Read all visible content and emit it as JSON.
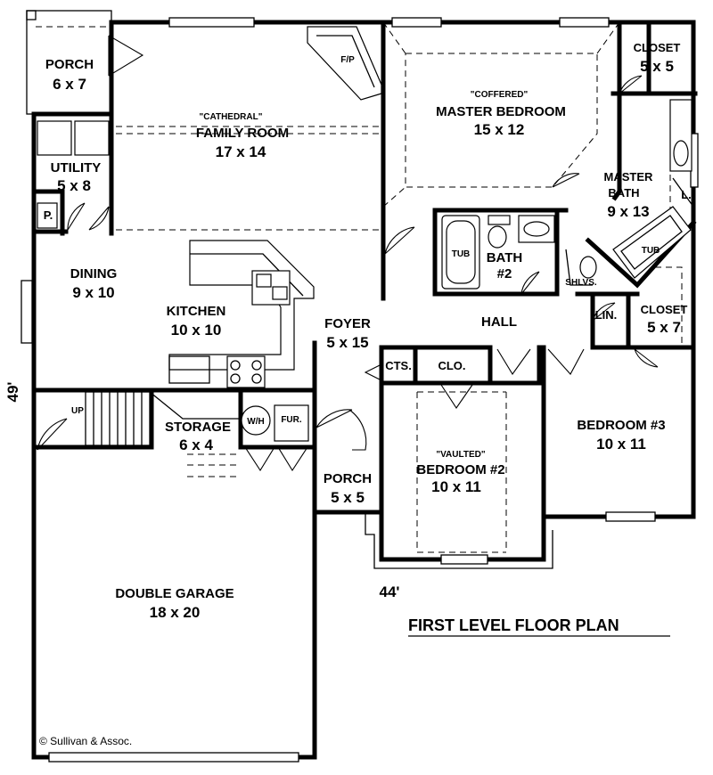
{
  "plan": {
    "title": "FIRST LEVEL FLOOR PLAN",
    "dim_width": "44'",
    "dim_depth": "49'",
    "credit": "© Sullivan & Assoc."
  },
  "rooms": {
    "porch_top": {
      "name": "PORCH",
      "size": "6 x 7"
    },
    "utility": {
      "name": "UTILITY",
      "size": "5 x 8"
    },
    "pantry": {
      "name": "P."
    },
    "family": {
      "note": "\"CATHEDRAL\"",
      "name": "FAMILY ROOM",
      "size": "17 x 14"
    },
    "fireplace": {
      "name": "F/P"
    },
    "master_bed": {
      "note": "\"COFFERED\"",
      "name": "MASTER BEDROOM",
      "size": "15 x 12"
    },
    "closet_top": {
      "name": "CLOSET",
      "size": "5 x 5"
    },
    "master_bath": {
      "name": "MASTER",
      "name2": "BATH",
      "size": "9 x 13"
    },
    "linen_small": {
      "name": "L."
    },
    "tub_master": {
      "name": "TUB"
    },
    "tub_bath2": {
      "name": "TUB"
    },
    "bath2": {
      "name": "BATH",
      "size": "#2"
    },
    "shelves": {
      "name": "SHLVS."
    },
    "dining": {
      "name": "DINING",
      "size": "9 x 10"
    },
    "kitchen": {
      "name": "KITCHEN",
      "size": "10 x 10"
    },
    "foyer": {
      "name": "FOYER",
      "size": "5 x 15"
    },
    "hall": {
      "name": "HALL"
    },
    "linen": {
      "name": "LIN."
    },
    "closet_right": {
      "name": "CLOSET",
      "size": "5 x 7"
    },
    "cts": {
      "name": "CTS."
    },
    "clo": {
      "name": "CLO."
    },
    "stairs": {
      "name": "UP"
    },
    "storage": {
      "name": "STORAGE",
      "size": "6 x 4"
    },
    "water_heater": {
      "name": "W/H"
    },
    "furnace": {
      "name": "FUR."
    },
    "porch_front": {
      "name": "PORCH",
      "size": "5 x 5"
    },
    "bedroom2": {
      "note": "\"VAULTED\"",
      "name": "BEDROOM #2",
      "size": "10 x 11"
    },
    "bedroom3": {
      "name": "BEDROOM #3",
      "size": "10 x 11"
    },
    "garage": {
      "name": "DOUBLE GARAGE",
      "size": "18 x 20"
    }
  }
}
